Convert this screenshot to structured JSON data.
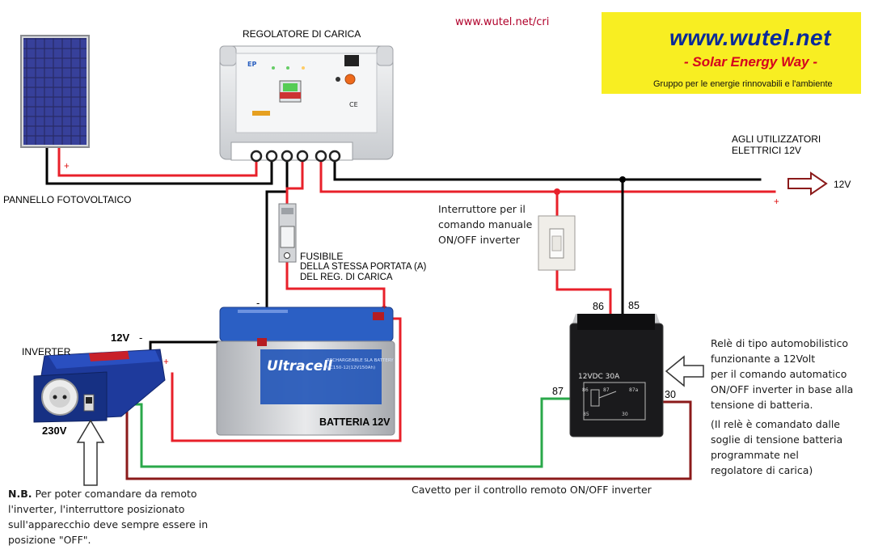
{
  "header": {
    "site_link": "www.wutel.net/cri"
  },
  "brand": {
    "url": "www.wutel.net",
    "slogan": "- Solar Energy Way -",
    "group": "Gruppo per le energie rinnovabili e l'ambiente"
  },
  "labels": {
    "charge_controller": "REGOLATORE DI CARICA",
    "pv_panel": "PANNELLO FOTOVOLTAICO",
    "loads_line1": "AGLI UTILIZZATORI",
    "loads_line2": "ELETTRICI 12V",
    "output_voltage": "12V",
    "fuse_line1": "FUSIBILE",
    "fuse_line2": "DELLA STESSA PORTATA (A)",
    "fuse_line3": "DEL REG. DI CARICA",
    "inverter": "INVERTER",
    "inverter_dc": "12V",
    "inverter_ac": "230V",
    "battery": "BATTERIA 12V",
    "battery_brand": "Ultracell",
    "battery_model": "UC150-12(12V150Ah)",
    "relay_rating": "12VDC  30A",
    "relay_terminals": [
      "86",
      "85",
      "87",
      "30"
    ],
    "relay_face_pins": [
      "86",
      "87",
      "87a",
      "85",
      "30"
    ],
    "plus": "+",
    "minus": "-"
  },
  "notes": {
    "switch": [
      "Interruttore per il",
      "comando manuale",
      "ON/OFF inverter"
    ],
    "relay": [
      "Relè di tipo automobilistico",
      "funzionante a 12Volt",
      "per il comando automatico",
      "ON/OFF inverter in base alla",
      "tensione di batteria."
    ],
    "relay_sub": [
      "(Il relè è comandato dalle",
      "soglie di tensione batteria",
      "programmate nel",
      "regolatore di carica)"
    ],
    "remote_cable": "Cavetto per il controllo remoto ON/OFF inverter",
    "nb_title": "N.B.",
    "nb_text": [
      " Per poter comandare da remoto",
      "l'inverter, l'interruttore posizionato",
      "sull'apparecchio deve sempre essere in",
      "posizione \"OFF\"."
    ]
  },
  "colors": {
    "positive": "#e8202a",
    "negative": "#000000",
    "remote_cable": "#8b1a1a",
    "relay_to_inverter": "#2aa84a",
    "note_text": "#b0002a",
    "brand_bg": "#f8ee22",
    "brand_text": "#0a2a9a",
    "brand_slogan": "#d5001e"
  }
}
